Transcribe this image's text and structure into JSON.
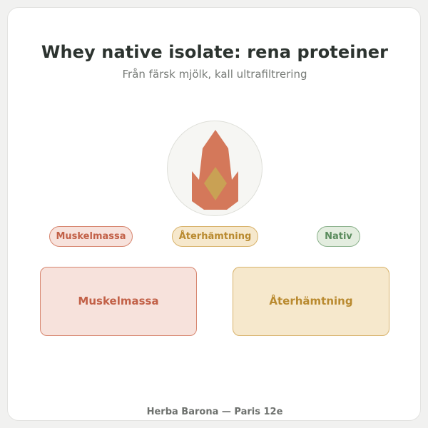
{
  "header": {
    "title": "Whey native isolate: rena proteiner",
    "subtitle": "Från färsk mjölk, kall ultrafiltrering"
  },
  "emblem": {
    "icon": "flame-icon",
    "colors": {
      "circle_fill": "#f6f6f3",
      "flame": "#d4785a",
      "core": "#c9a154"
    }
  },
  "tags": [
    {
      "label": "Muskelmassa",
      "color": "#c26148"
    },
    {
      "label": "Återhämtning",
      "color": "#b98a2f"
    },
    {
      "label": "Nativ",
      "color": "#5b8c5e"
    }
  ],
  "benefits": [
    {
      "label": "Muskelmassa",
      "color": "#c26148"
    },
    {
      "label": "Återhämtning",
      "color": "#b98a2f"
    }
  ],
  "footer": {
    "text": "Herba Barona — Paris 12e"
  }
}
